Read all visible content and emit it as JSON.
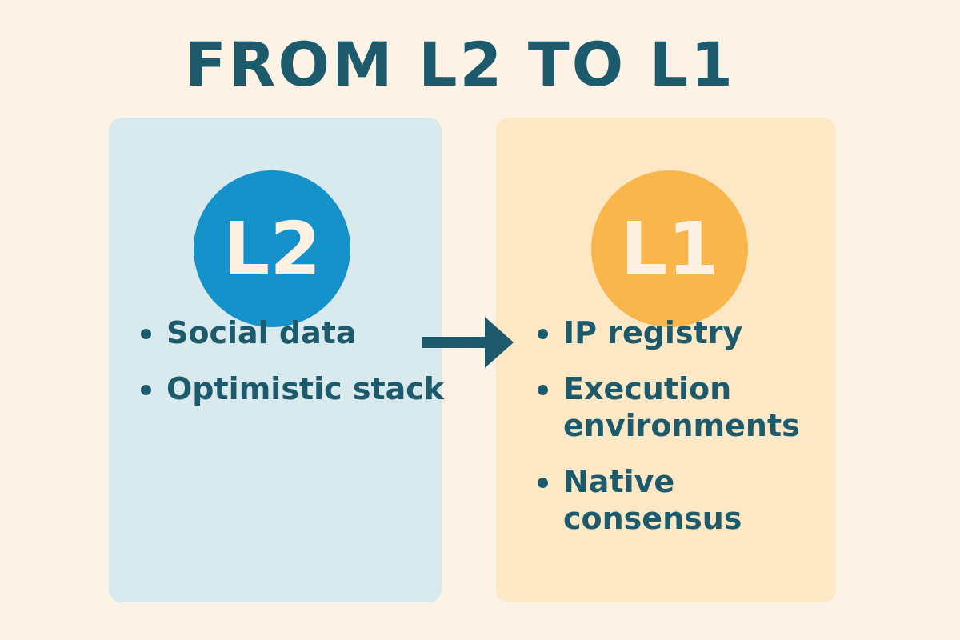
{
  "title": "FROM L2 TO L1",
  "colors": {
    "text": "#1d5a6b",
    "l2": "#1592c9",
    "l1": "#f9b64c",
    "l2_panel": "#d9eaee",
    "l1_panel": "#fde8c6"
  },
  "l2": {
    "badge": "L2",
    "items": [
      "Social data",
      "Optimistic stack"
    ]
  },
  "l1": {
    "badge": "L1",
    "items": [
      "IP registry",
      "Execution environments",
      "Native consensus"
    ]
  },
  "arrow_icon": "arrow-right-icon"
}
